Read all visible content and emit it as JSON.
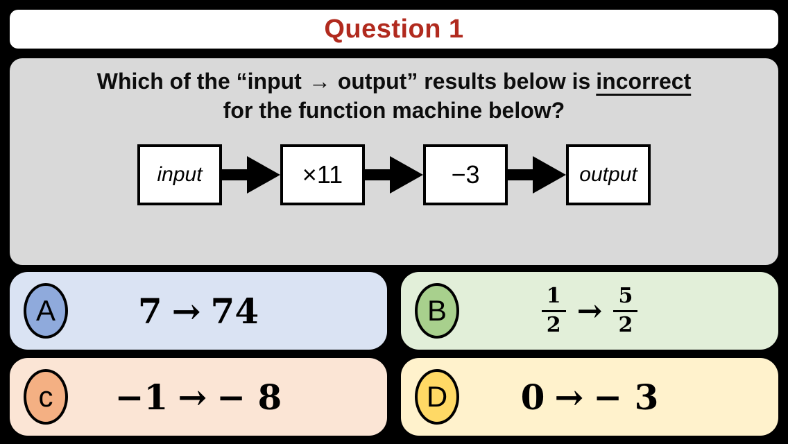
{
  "page_bg": "#000000",
  "header": {
    "title": "Question 1",
    "title_color": "#B12A1E",
    "bg_color": "#FFFFFF"
  },
  "question": {
    "bg_color": "#D9D9D9",
    "text_before_arrow": "Which of the “input",
    "arrow_symbol": "→",
    "text_after_arrow": "output” results below is",
    "underlined_word": "incorrect",
    "line2": "for the function machine below?"
  },
  "machine": {
    "box_bg": "#FFFFFF",
    "box_border_color": "#000000",
    "arrow_color": "#000000",
    "boxes": [
      {
        "label": "input"
      },
      {
        "label": "×11"
      },
      {
        "label": "−3"
      },
      {
        "label": "output"
      }
    ]
  },
  "answers": [
    {
      "letter": "A",
      "bg_color": "#DAE3F3",
      "circle_color": "#8FAADC",
      "from": "7",
      "arrow": "→",
      "to": "74"
    },
    {
      "letter": "B",
      "bg_color": "#E2EFD9",
      "circle_color": "#A8D08D",
      "arrow": "→",
      "from_num": "1",
      "from_den": "2",
      "to_num": "5",
      "to_den": "2"
    },
    {
      "letter": "c",
      "bg_color": "#FBE5D5",
      "circle_color": "#F4B083",
      "from": "−1",
      "arrow": "→",
      "to": "− 8"
    },
    {
      "letter": "D",
      "bg_color": "#FFF2CC",
      "circle_color": "#FFD965",
      "from": "0",
      "arrow": "→",
      "to": "− 3"
    }
  ]
}
